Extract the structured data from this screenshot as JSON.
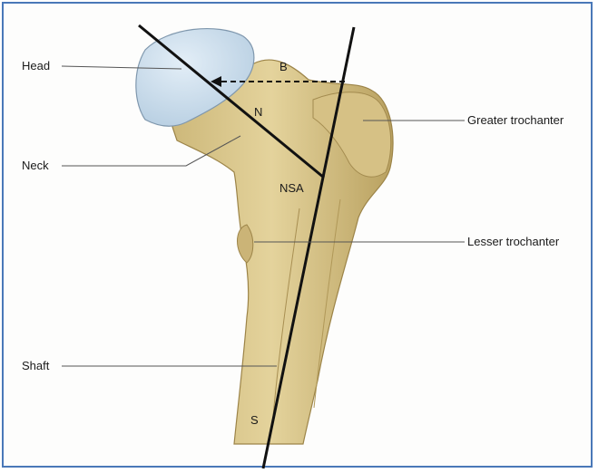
{
  "labels": {
    "head": "Head",
    "neck": "Neck",
    "shaft": "Shaft",
    "greater_trochanter": "Greater trochanter",
    "lesser_trochanter": "Lesser trochanter"
  },
  "markers": {
    "b": "B",
    "n": "N",
    "nsa": "NSA",
    "s": "S"
  },
  "colors": {
    "frame_border": "#4a78b8",
    "bone": "#d9c68c",
    "bone_shadow": "#b39a5a",
    "articular_head": "#c9dcec",
    "axis_line": "#111111"
  }
}
